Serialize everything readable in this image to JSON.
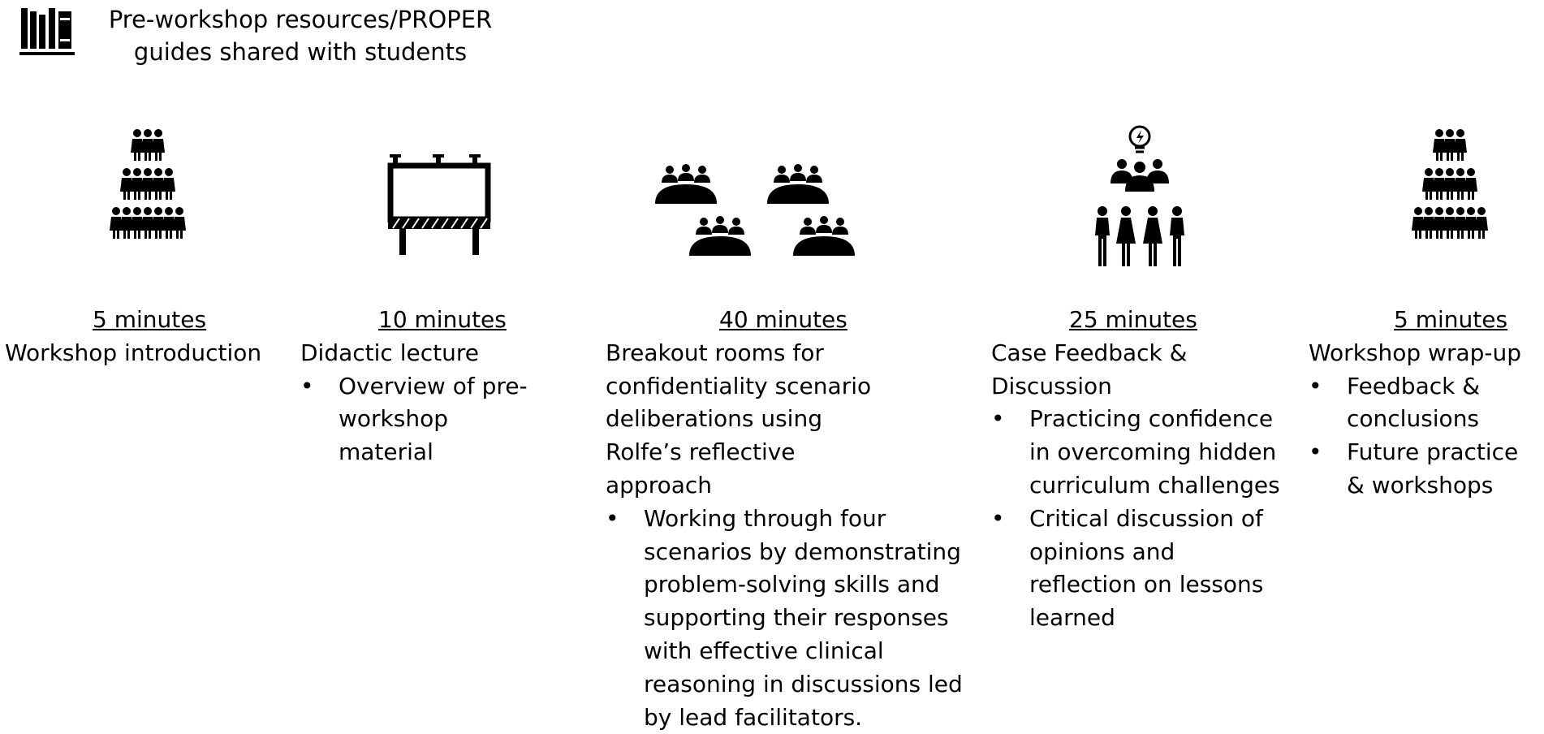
{
  "header": {
    "line1": "Pre-workshop resources/PROPER",
    "line2": "guides shared with students",
    "icon": "books-icon"
  },
  "stages": [
    {
      "icon": "crowd-icon",
      "duration": "5 minutes",
      "title": "Workshop introduction",
      "bullets": []
    },
    {
      "icon": "billboard-icon",
      "duration": "10 minutes",
      "title": "Didactic lecture",
      "bullets": [
        "Overview of pre-workshop material"
      ]
    },
    {
      "icon": "breakout-tables-icon",
      "duration": "40 minutes",
      "title": "Breakout rooms for confidentiality scenario deliberations using Rolfe’s reflective approach",
      "bullets": [
        "Working through four scenarios by demonstrating problem-solving skills and supporting their responses with effective clinical reasoning in discussions led by lead facilitators."
      ]
    },
    {
      "icon": "group-idea-icon",
      "duration": "25 minutes",
      "title": "Case Feedback & Discussion",
      "bullets": [
        "Practicing confidence in overcoming hidden curriculum challenges",
        "Critical discussion of opinions and reflection on lessons learned"
      ]
    },
    {
      "icon": "crowd-icon",
      "duration": "5 minutes",
      "title": "Workshop wrap-up",
      "bullets": [
        "Feedback & conclusions",
        "Future practice & workshops"
      ]
    }
  ]
}
